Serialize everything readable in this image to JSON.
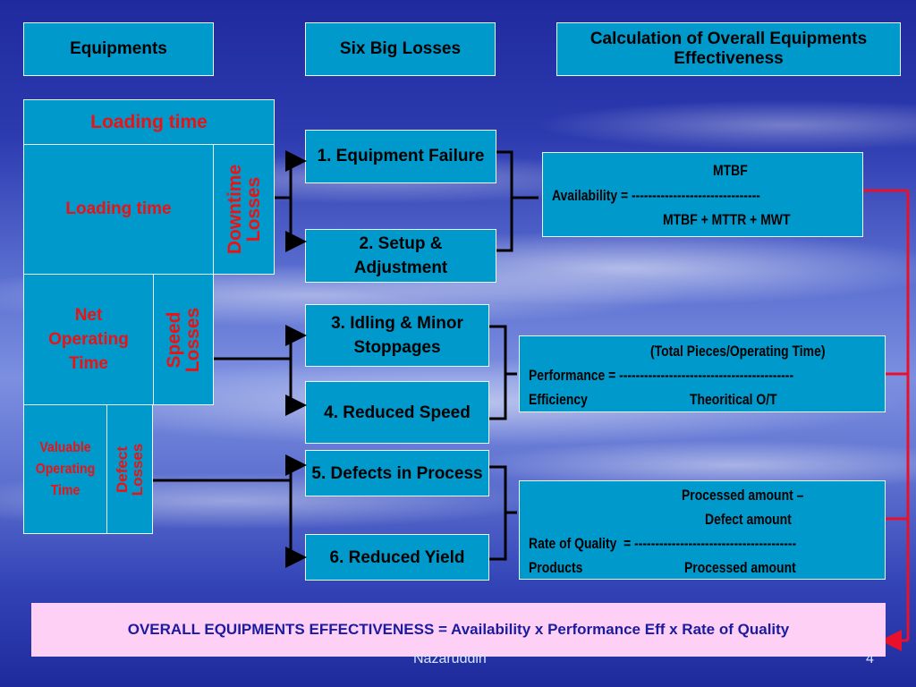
{
  "headers": {
    "equipments": "Equipments",
    "six_big_losses": "Six Big Losses",
    "calculation": "Calculation of Overall Equipments Effectiveness"
  },
  "left_column": {
    "loading_time_top": "Loading time",
    "loading_time": "Loading time",
    "downtime_losses": "Downtime Losses",
    "net_operating_time": "Net Operating Time",
    "speed_losses": "Speed Losses",
    "valuable_operating_time": "Valuable Operating Time",
    "defect_losses": "Defect Losses"
  },
  "losses": [
    {
      "label": "1.   Equipment Failure"
    },
    {
      "label": "2. Setup & Adjustment"
    },
    {
      "label": "3. Idling & Minor Stoppages"
    },
    {
      "label": "4. Reduced Speed"
    },
    {
      "label": "5. Defects in Process"
    },
    {
      "label": "6. Reduced Yield"
    }
  ],
  "availability": {
    "numerator": "MTBF",
    "lhs": "Availability = -------------------------------",
    "denominator": "MTBF + MTTR + MWT"
  },
  "performance": {
    "numerator": "(Total Pieces/Operating Time)",
    "lhs": "Performance = ------------------------------------------",
    "lhs2": "Efficiency",
    "denominator": "Theoritical O/T"
  },
  "quality": {
    "numerator1": "Processed amount –",
    "numerator2": "Defect amount",
    "lhs": "Rate of Quality  = ---------------------------------------",
    "lhs2": "Products",
    "denominator": "Processed amount"
  },
  "oee_formula": "OVERALL EQUIPMENTS EFFECTIVENESS = Availability x Performance Eff x Rate of Quality",
  "footer": {
    "author": "Nazaruddin",
    "page": "4"
  },
  "colors": {
    "box": "#0099cc",
    "loss_text": "#ee1111",
    "arrow_red": "#e8102a",
    "oee_bg": "#ffd0f6",
    "oee_text": "#1b1ba0"
  }
}
